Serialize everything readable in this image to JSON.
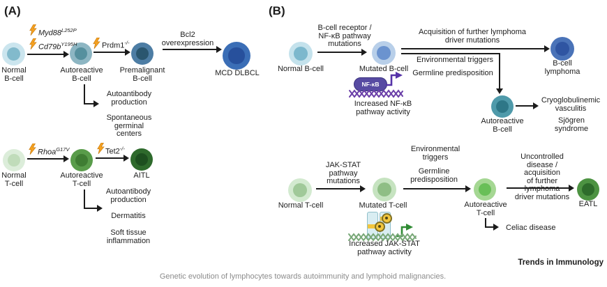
{
  "colors": {
    "arrow": "#1b1b1b",
    "bolt_orange": "#f6a11f",
    "nfkb_purple": "#574ba2",
    "dna_purple": "#6b3fa8",
    "jak_green": "#2f8b33",
    "dna_green": "#79a878",
    "receptor_blue": "#d9edf2",
    "band_yellow": "#f2c63e",
    "caption_gray": "#8b8b8b",
    "cells": {
      "a-normal-b": {
        "outer": "#cbe5ee",
        "inner": "#82bacc"
      },
      "a-auto-b": {
        "outer": "#8db6c3",
        "inner": "#56909e"
      },
      "a-premal-b": {
        "outer": "#4d7da4",
        "inner": "#2a566f"
      },
      "a-mcd": {
        "outer": "#3b6eb6",
        "inner": "#27509c"
      },
      "a-normal-t": {
        "outer": "#dcedda",
        "inner": "#c0dcba"
      },
      "a-auto-t": {
        "outer": "#599c4a",
        "inner": "#3f7d33"
      },
      "a-aitl": {
        "outer": "#2e6a2c",
        "inner": "#1d4f1f"
      },
      "b-normal-b": {
        "outer": "#c4e2ec",
        "inner": "#7cb8cd"
      },
      "b-mutated-b": {
        "outer": "#b8cfe9",
        "inner": "#6b93cf"
      },
      "b-lymphoma": {
        "outer": "#4a73b8",
        "inner": "#2f55a2"
      },
      "b-auto-b": {
        "outer": "#4f9aaa",
        "inner": "#2e7787"
      },
      "b-normal-t": {
        "outer": "#d3ead0",
        "inner": "#a0c999"
      },
      "b-mutated-t": {
        "outer": "#c6e3c0",
        "inner": "#8fbe85"
      },
      "b-auto-t": {
        "outer": "#a5d793",
        "inner": "#69bf58"
      },
      "b-eatl": {
        "outer": "#4d9342",
        "inner": "#2e6c2b"
      }
    }
  },
  "panelA": {
    "label": "(A)",
    "mutations": {
      "myd88": {
        "gene": "Myd88",
        "sup": "L252P"
      },
      "cd79b": {
        "gene": "Cd79b",
        "sup": "Y195H"
      },
      "prdm1": {
        "gene": "Prdm1",
        "sup": "-/-"
      },
      "rhoa": {
        "gene": "Rhoa",
        "sup": "G17V"
      },
      "tet2": {
        "gene": "Tet2",
        "sup": "-/-"
      }
    },
    "bcl2": "Bcl2\noverexpression",
    "cells": {
      "normal_b": "Normal\nB-cell",
      "auto_b": "Autoreactive\nB-cell",
      "premal_b": "Premalignant\nB-cell",
      "mcd": "MCD DLBCL",
      "normal_t": "Normal\nT-cell",
      "auto_t": "Autoreactive\nT-cell",
      "aitl": "AITL"
    },
    "b_outcomes": {
      "autoantibody": "Autoantibody\nproduction",
      "germinal": "Spontaneous\ngerminal\ncenters"
    },
    "t_outcomes": {
      "autoantibody": "Autoantibody\nproduction",
      "dermatitis": "Dermatitis",
      "soft_tissue": "Soft tissue\ninflammation"
    }
  },
  "panelB": {
    "label": "(B)",
    "b_row": {
      "normal": "Normal B-cell",
      "mutation_label": "B-cell receptor /\nNF-κB pathway\nmutations",
      "mutated": "Mutated B-cell",
      "nfkb_pill": "NF-κB",
      "nfkb_caption": "Increased NF-κB\npathway activity",
      "acquisition": "Acquisition of further lymphoma\ndriver mutations",
      "environmental": "Environmental triggers",
      "germline": "Germline predisposition",
      "lymphoma": "B-cell lymphoma",
      "autoreactive": "Autoreactive\nB-cell",
      "cryo": "Cryoglobulinemic\nvasculitis",
      "sjogren": "Sjögren syndrome"
    },
    "t_row": {
      "normal": "Normal T-cell",
      "mutation_label": "JAK-STAT\npathway\nmutations",
      "mutated": "Mutated T-cell",
      "jak_caption": "Increased JAK-STAT\npathway activity",
      "environmental": "Environmental\ntriggers",
      "germline": "Germline\npredisposition",
      "autoreactive": "Autoreactive\nT-cell",
      "uncontrolled": "Uncontrolled\ndisease / acquisition\nof further lymphoma\ndriver mutations",
      "eatl": "EATL",
      "celiac": "Celiac disease"
    }
  },
  "footer": {
    "journal": "Trends in Immunology",
    "caption": "Genetic evolution of lymphocytes towards autoimmunity and lymphoid malignancies."
  }
}
